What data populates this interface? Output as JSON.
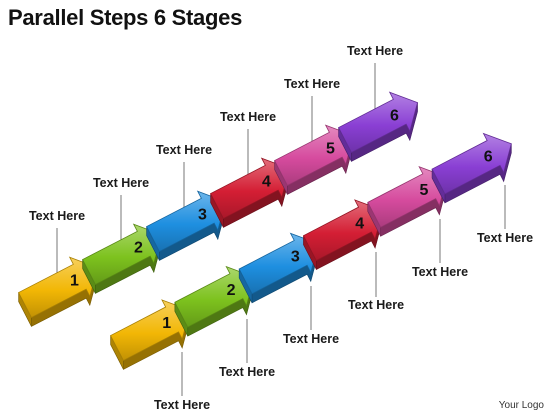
{
  "title": "Parallel Steps 6 Stages",
  "logo_text": "Your Logo",
  "colors": {
    "stage1": "#F2B705",
    "stage2": "#7DC21E",
    "stage3": "#1E8FE0",
    "stage4": "#D41E34",
    "stage5": "#D64B9E",
    "stage6": "#8A3FD4"
  },
  "rows": [
    {
      "name": "upper",
      "stages": [
        {
          "number": "1",
          "label": "Text Here"
        },
        {
          "number": "2",
          "label": "Text Here"
        },
        {
          "number": "3",
          "label": "Text Here"
        },
        {
          "number": "4",
          "label": "Text Here"
        },
        {
          "number": "5",
          "label": "Text Here"
        },
        {
          "number": "6",
          "label": "Text Here"
        }
      ]
    },
    {
      "name": "lower",
      "stages": [
        {
          "number": "1",
          "label": "Text Here"
        },
        {
          "number": "2",
          "label": "Text Here"
        },
        {
          "number": "3",
          "label": "Text Here"
        },
        {
          "number": "4",
          "label": "Text Here"
        },
        {
          "number": "5",
          "label": "Text Here"
        },
        {
          "number": "6",
          "label": "Text Here"
        }
      ]
    }
  ]
}
